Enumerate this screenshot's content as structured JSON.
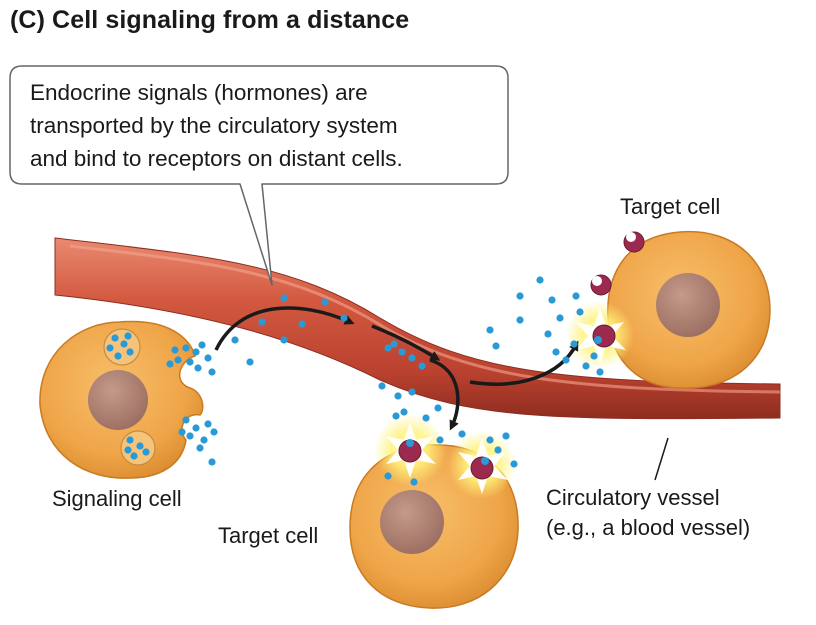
{
  "title": "(C)  Cell signaling from a distance",
  "callout": {
    "lines": [
      "Endocrine signals (hormones) are",
      "transported by the circulatory system",
      "and bind to receptors on distant cells."
    ]
  },
  "labels": {
    "signaling_cell": "Signaling cell",
    "target_cell_top": "Target cell",
    "target_cell_bottom": "Target cell",
    "vessel_line1": "Circulatory vessel",
    "vessel_line2": "(e.g., a blood vessel)"
  },
  "colors": {
    "cell_fill": "#f0a94e",
    "cell_edge": "#c97a22",
    "nucleus": "#a87a6c",
    "vessel": "#c9503a",
    "vessel_dark": "#8e2d20",
    "vessel_light": "#e8826a",
    "hormone": "#2a9ad6",
    "receptor": "#9b2a4e",
    "glow": "#fff27a"
  },
  "icons": [
    "hormone-molecule-icon",
    "receptor-icon",
    "arrow-icon"
  ]
}
